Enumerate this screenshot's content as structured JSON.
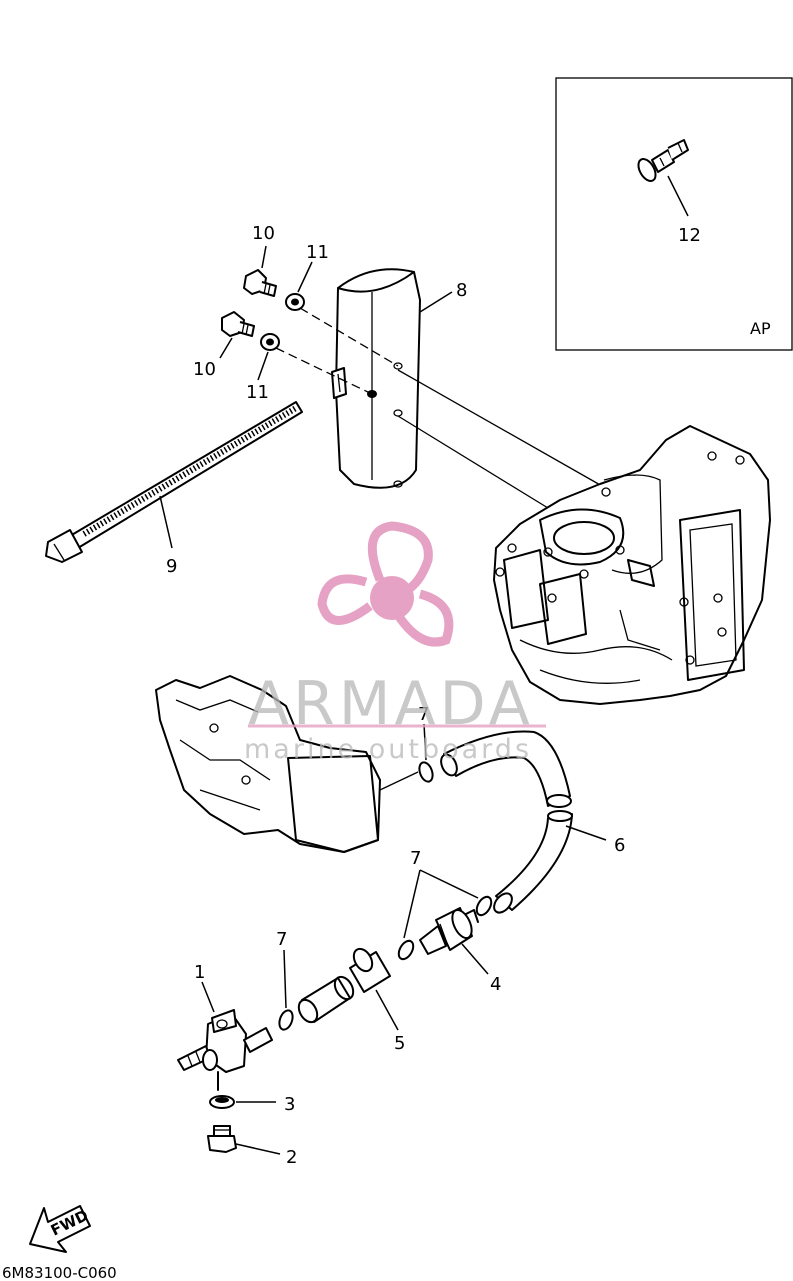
{
  "diagram": {
    "part_code": "6M83100-C060",
    "fwd_label": "FWD",
    "inset_label": "AP",
    "callouts": {
      "c1": "1",
      "c2": "2",
      "c3": "3",
      "c4": "4",
      "c5": "5",
      "c6": "6",
      "c7a": "7",
      "c7b": "7",
      "c7c": "7",
      "c8": "8",
      "c9": "9",
      "c10a": "10",
      "c10b": "10",
      "c11a": "11",
      "c11b": "11",
      "c12": "12"
    }
  },
  "watermark": {
    "title": "ARMADA",
    "subtitle": "marine outboards",
    "logo_color": "#e6a2c4",
    "text_color": "#b8b8b8"
  }
}
